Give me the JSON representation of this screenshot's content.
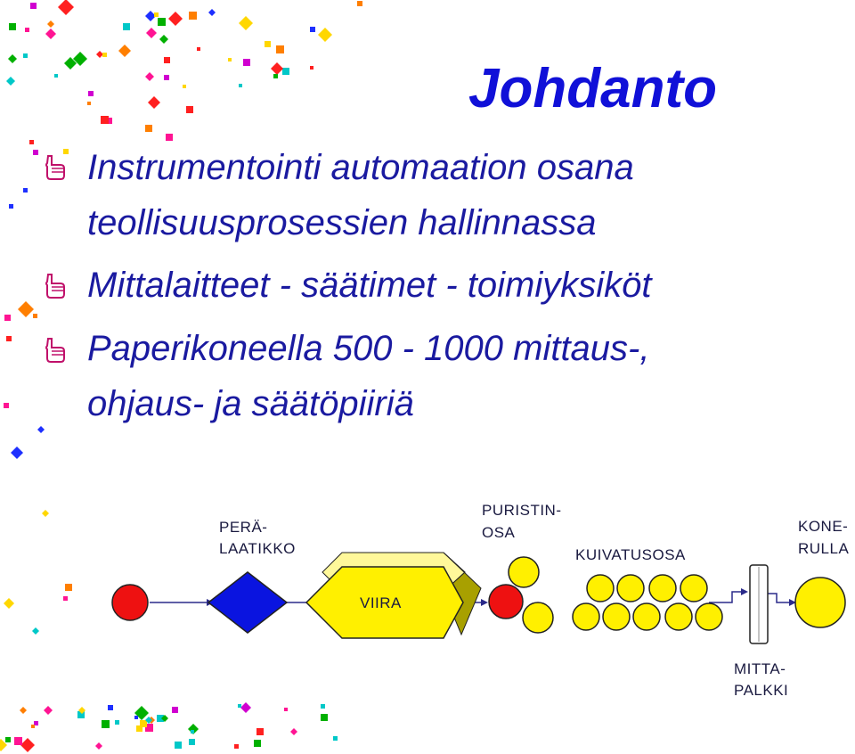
{
  "slide": {
    "title": "Johdanto",
    "bullets": [
      {
        "lines": [
          "Instrumentointi automaation osana",
          "teollisuusprosessien hallinnassa"
        ],
        "icon": "pointing-hand-icon"
      },
      {
        "lines": [
          "Mittalaitteet - säätimet - toimiyksiköt"
        ],
        "icon": "pointing-hand-icon"
      },
      {
        "lines": [
          "Paperikoneella 500 - 1000 mittaus-,",
          "ohjaus- ja säätöpiiriä"
        ],
        "icon": "pointing-hand-icon"
      }
    ]
  },
  "diagram": {
    "labels": {
      "headbox": [
        "PERÄ-",
        "LAATIKKO"
      ],
      "wire": "VIIRA",
      "press": [
        "PURISTIN-",
        "OSA"
      ],
      "dryer": "KUIVATUSOSA",
      "reel": [
        "KONE-",
        "RULLA"
      ],
      "measuring_frame": [
        "MITTA-",
        "PALKKI"
      ]
    },
    "colors": {
      "red": "#ee1111",
      "blue": "#0a14e0",
      "yellow": "#fff000",
      "olive": "#a8a000",
      "line": "#2a2a8a"
    }
  },
  "colors": {
    "title": "#1010d8",
    "text": "#1a1aa0"
  }
}
